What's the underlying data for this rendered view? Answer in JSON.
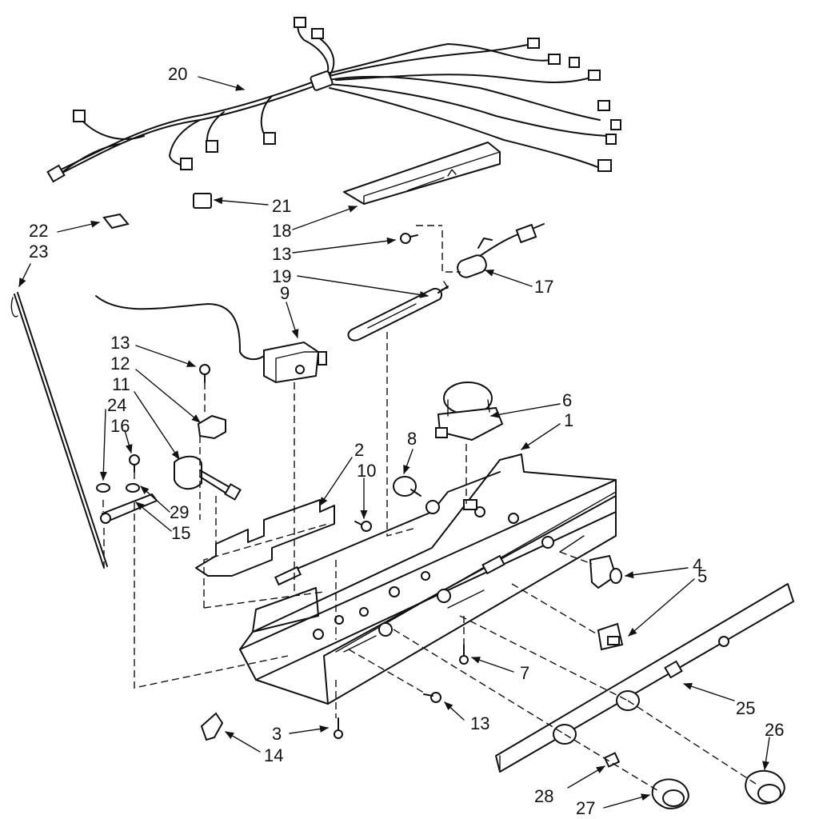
{
  "callouts": {
    "p1": "1",
    "p2": "2",
    "p3": "3",
    "p4": "4",
    "p5": "5",
    "p6": "6",
    "p7": "7",
    "p8": "8",
    "p9": "9",
    "p10": "10",
    "p11": "11",
    "p12": "12",
    "p13a": "13",
    "p13b": "13",
    "p13c": "13",
    "p14": "14",
    "p15": "15",
    "p16": "16",
    "p17": "17",
    "p18": "18",
    "p19": "19",
    "p20": "20",
    "p21": "21",
    "p22": "22",
    "p23": "23",
    "p24": "24",
    "p25": "25",
    "p26": "26",
    "p27": "27",
    "p28": "28",
    "p29": "29"
  }
}
